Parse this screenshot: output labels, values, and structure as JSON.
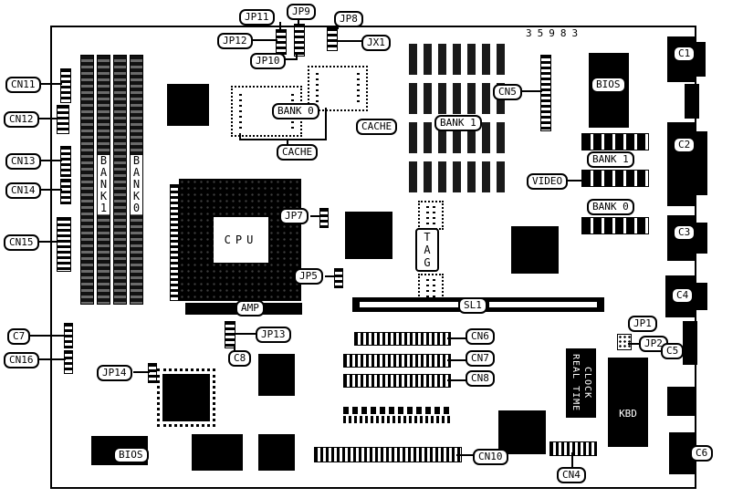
{
  "part_number": "35983",
  "callouts": {
    "cn11": "CN11",
    "cn12": "CN12",
    "cn13": "CN13",
    "cn14": "CN14",
    "cn15": "CN15",
    "cn16": "CN16",
    "c7": "C7",
    "c8": "C8",
    "jp14": "JP14",
    "jp13": "JP13",
    "jp11": "JP11",
    "jp12": "JP12",
    "jp10": "JP10",
    "jp9": "JP9",
    "jp8": "JP8",
    "jx1": "JX1",
    "jp7": "JP7",
    "jp5": "JP5",
    "jp1": "JP1",
    "jp2": "JP2",
    "cn5": "CN5",
    "cn6": "CN6",
    "cn7": "CN7",
    "cn8": "CN8",
    "cn10": "CN10",
    "cn4": "CN4",
    "c1": "C1",
    "c2": "C2",
    "c3": "C3",
    "c4": "C4",
    "c5": "C5",
    "c6": "C6",
    "bank0_cache": "BANK 0",
    "cache_a": "CACHE",
    "cache_b": "CACHE",
    "bank1_mem": "BANK 1",
    "bank1_video": "BANK 1",
    "bank0_video": "BANK 0",
    "video": "VIDEO",
    "bios_top": "BIOS",
    "bios_bottom": "BIOS",
    "cpu": "CPU",
    "amp": "AMP",
    "sl1": "SL1",
    "tag": "TAG",
    "kbd": "KBD"
  },
  "vertical_labels": {
    "simm_bank1": "BANK1",
    "simm_bank0": "BANK0",
    "rtc_line1": "REAL TIME",
    "rtc_line2": "CLOCK"
  }
}
